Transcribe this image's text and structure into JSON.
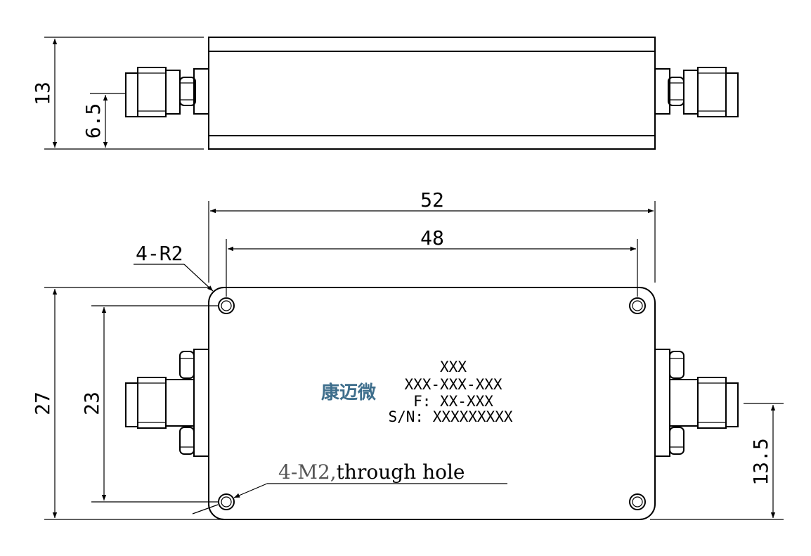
{
  "dimensions": {
    "side_height": "13",
    "side_center_height": "6.5",
    "total_length": "52",
    "hole_spacing_x": "48",
    "total_width": "27",
    "hole_spacing_y": "23",
    "connector_offset": "13.5"
  },
  "callouts": {
    "corner_radius": "4-R2",
    "hole_spec_prefix": "4-M2,",
    "hole_spec_suffix": "through hole"
  },
  "label": {
    "logo": "康迈微",
    "line1": "XXX",
    "line2": "XXX-XXX-XXX",
    "line3": "F: XX-XXX",
    "line4": "S/N: XXXXXXXXX"
  }
}
